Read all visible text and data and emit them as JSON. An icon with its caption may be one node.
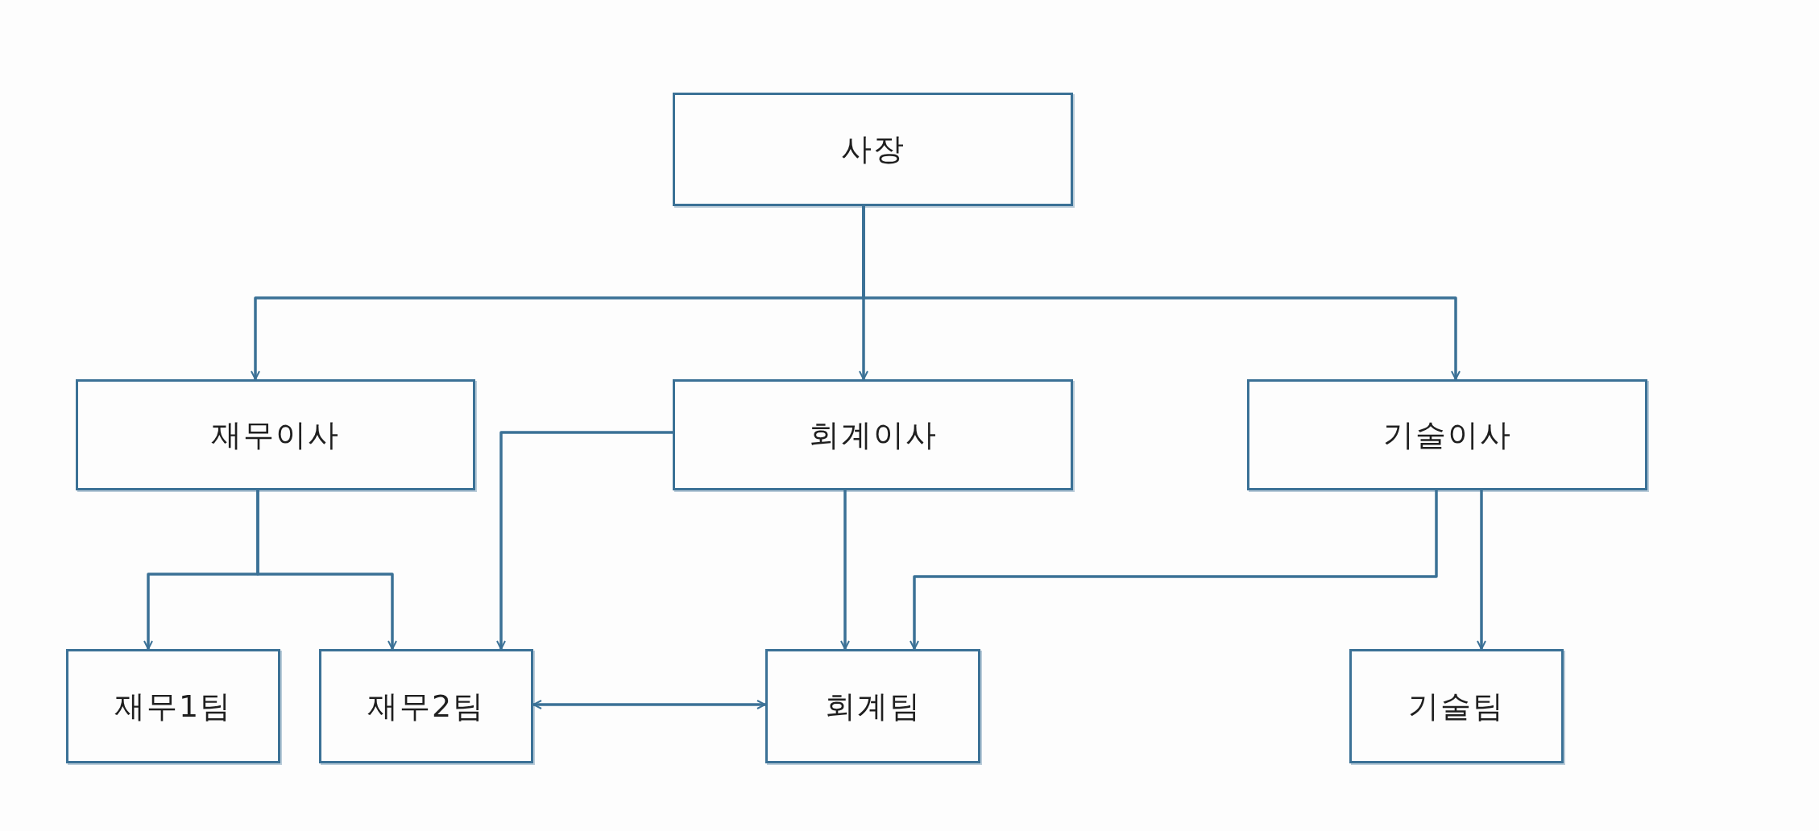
{
  "diagram": {
    "nodes": [
      {
        "text": [
          "사장"
        ]
      },
      {
        "text": [
          "재무이사"
        ]
      },
      {
        "text": [
          "회계이사"
        ]
      },
      {
        "text": [
          "기술이사"
        ]
      },
      {
        "text": [
          "재무1팀"
        ]
      },
      {
        "text": [
          "재무2팀"
        ]
      },
      {
        "text": [
          "회계팀"
        ]
      },
      {
        "text": [
          "기술팀"
        ]
      }
    ],
    "edges": [
      {
        "from": 0,
        "to": 1,
        "arrow": "to"
      },
      {
        "from": 0,
        "to": 2,
        "arrow": "to"
      },
      {
        "from": 0,
        "to": 3,
        "arrow": "to"
      },
      {
        "from": 1,
        "to": 4,
        "arrow": "to"
      },
      {
        "from": 1,
        "to": 5,
        "arrow": "to"
      },
      {
        "from": 2,
        "to": 5,
        "arrow": "to"
      },
      {
        "from": 2,
        "to": 6,
        "arrow": "to"
      },
      {
        "from": 3,
        "to": 6,
        "arrow": "to"
      },
      {
        "from": 3,
        "to": 7,
        "arrow": "to"
      },
      {
        "from": 5,
        "to": 6,
        "arrow": "both"
      }
    ]
  }
}
